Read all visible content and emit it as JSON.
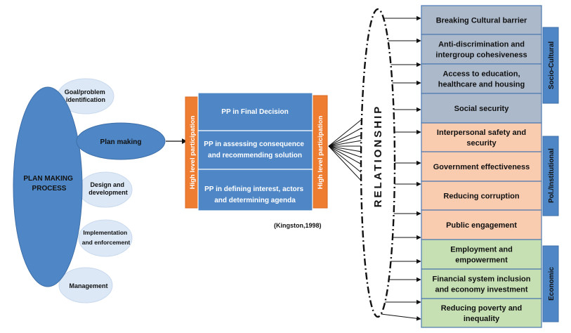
{
  "plan_process": {
    "title_lines": [
      "PLAN MAKING",
      "PROCESS"
    ],
    "plan_making": "Plan making",
    "stages": [
      {
        "lines": [
          "Goal/problem",
          "identification"
        ]
      },
      {
        "lines": [
          "Design and",
          "development"
        ]
      },
      {
        "lines": [
          "Implementation",
          "and enforcement"
        ]
      },
      {
        "lines": [
          "Management"
        ]
      }
    ]
  },
  "participation": {
    "side_label": "High level participation",
    "boxes": [
      {
        "lines": [
          "PP in Final Decision"
        ]
      },
      {
        "lines": [
          "PP in assessing consequence",
          "and recommending solution"
        ]
      },
      {
        "lines": [
          "PP in defining interest, actors",
          "and determining agenda"
        ]
      }
    ],
    "citation": "(Kingston,1998)"
  },
  "relationship_label": "RELATIONSHIP",
  "outcomes": [
    {
      "lines": [
        "Breaking Cultural barrier"
      ],
      "group": "socio"
    },
    {
      "lines": [
        "Anti-discrimination and",
        "intergroup cohesiveness"
      ],
      "group": "socio"
    },
    {
      "lines": [
        "Access to education,",
        "healthcare and housing"
      ],
      "group": "socio"
    },
    {
      "lines": [
        "Social security"
      ],
      "group": "socio"
    },
    {
      "lines": [
        "Interpersonal safety and",
        "security"
      ],
      "group": "pol"
    },
    {
      "lines": [
        "Government effectiveness"
      ],
      "group": "pol"
    },
    {
      "lines": [
        "Reducing corruption"
      ],
      "group": "pol"
    },
    {
      "lines": [
        "Public engagement"
      ],
      "group": "pol"
    },
    {
      "lines": [
        "Employment and",
        "empowerment"
      ],
      "group": "eco"
    },
    {
      "lines": [
        "Financial system inclusion",
        "and economy investment"
      ],
      "group": "eco"
    },
    {
      "lines": [
        "Reducing poverty and",
        "inequality"
      ],
      "group": "eco"
    }
  ],
  "categories": [
    {
      "key": "socio",
      "label": "Socio-Cultural"
    },
    {
      "key": "pol",
      "label": "Pol./Institutional"
    },
    {
      "key": "eco",
      "label": "Economic"
    }
  ],
  "colors": {
    "blue": "#4f87c6",
    "blue_light": "#dce8f6",
    "blue_border": "#6b95c8",
    "orange": "#ee7d31",
    "socio_fill": "#acb9cb",
    "pol_fill": "#f9cbaf",
    "eco_fill": "#c6e0b4",
    "outline": "#4a78b0",
    "text_dark": "#111111",
    "text_white": "#ffffff"
  }
}
